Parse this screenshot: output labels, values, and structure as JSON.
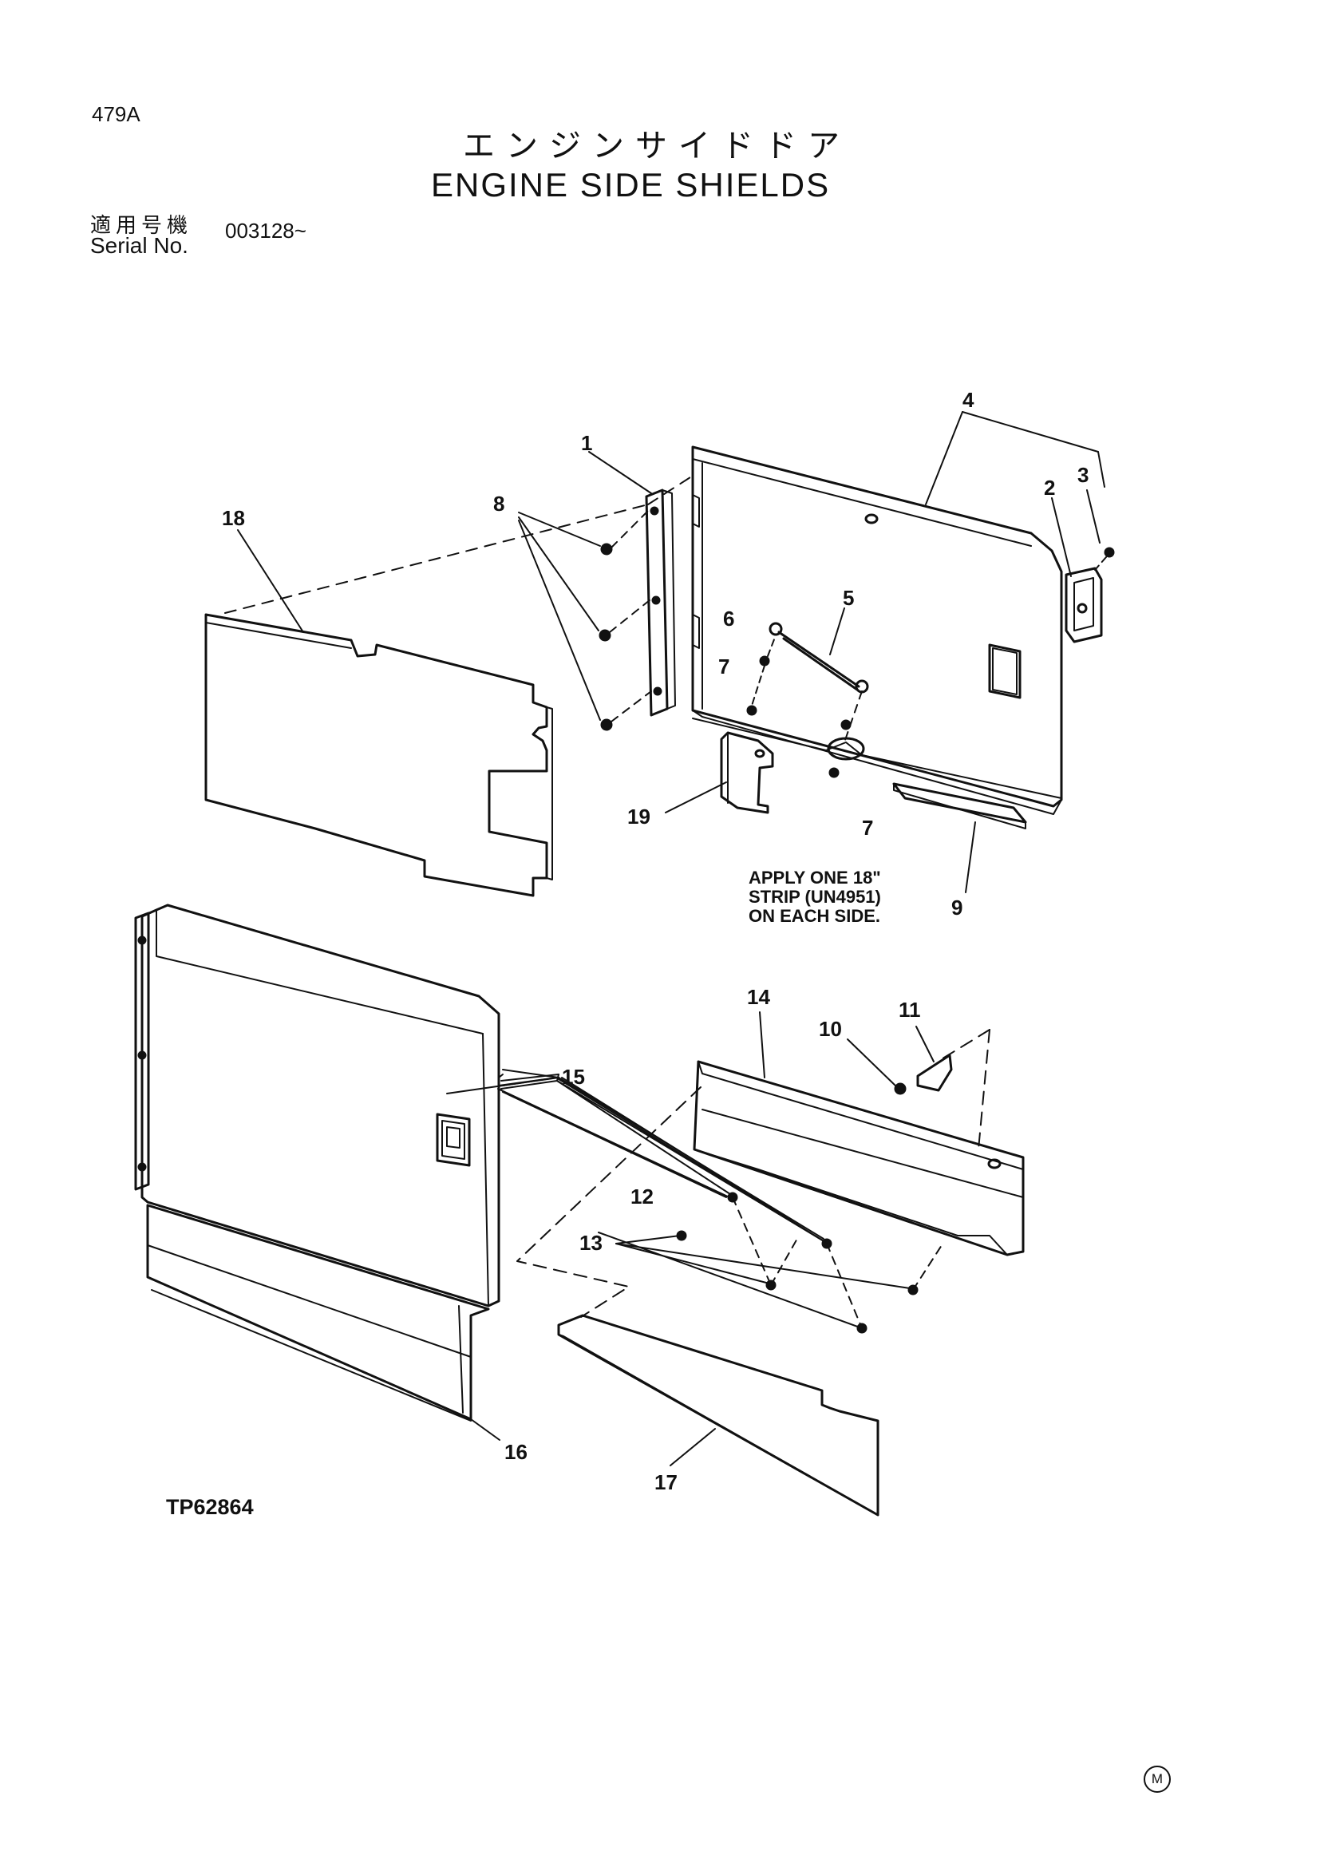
{
  "header": {
    "page_id": "479A",
    "title_jp": "エンジンサイドドア",
    "title_en": "ENGINE SIDE SHIELDS",
    "serial_label_jp": "適用号機",
    "serial_label_en": "Serial No.",
    "serial_value": "003128~"
  },
  "note": {
    "line1": "APPLY ONE 18\"",
    "line2": "STRIP (UN4951)",
    "line3": "ON EACH SIDE."
  },
  "callouts": {
    "c1": "1",
    "c2": "2",
    "c3": "3",
    "c4": "4",
    "c5": "5",
    "c6": "6",
    "c7a": "7",
    "c7b": "7",
    "c8": "8",
    "c9": "9",
    "c10": "10",
    "c11": "11",
    "c12": "12",
    "c13": "13",
    "c14": "14",
    "c15": "15",
    "c16": "16",
    "c17": "17",
    "c18": "18",
    "c19": "19"
  },
  "footer": {
    "drawing_no": "TP62864",
    "mark": "M"
  }
}
